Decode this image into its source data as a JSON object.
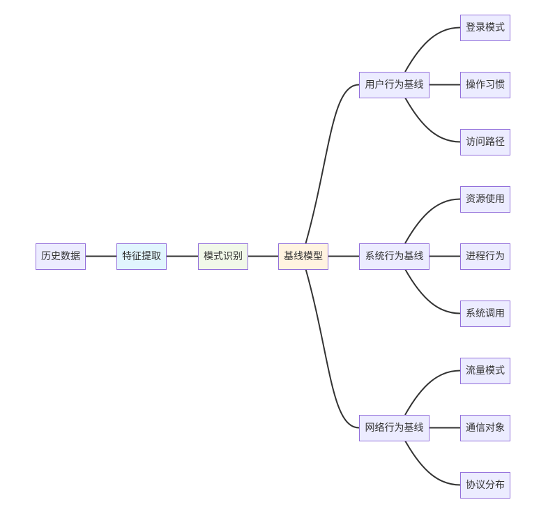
{
  "colors": {
    "default_fill": "#ECECFF",
    "border": "#9370DB",
    "edge": "#333333",
    "text": "#333333",
    "feature_fill": "#E1F5FE",
    "pattern_fill": "#F1F8E9",
    "baseline_fill": "#FFF3E0"
  },
  "diagram": {
    "nodes": [
      {
        "id": "history",
        "label": "历史数据",
        "fill": "default"
      },
      {
        "id": "feature",
        "label": "特征提取",
        "fill": "feature"
      },
      {
        "id": "pattern",
        "label": "模式识别",
        "fill": "pattern"
      },
      {
        "id": "baseline",
        "label": "基线模型",
        "fill": "baseline"
      },
      {
        "id": "user",
        "label": "用户行为基线",
        "fill": "default"
      },
      {
        "id": "system",
        "label": "系统行为基线",
        "fill": "default"
      },
      {
        "id": "network",
        "label": "网络行为基线",
        "fill": "default"
      },
      {
        "id": "login",
        "label": "登录模式",
        "fill": "default"
      },
      {
        "id": "habit",
        "label": "操作习惯",
        "fill": "default"
      },
      {
        "id": "path",
        "label": "访问路径",
        "fill": "default"
      },
      {
        "id": "resource",
        "label": "资源使用",
        "fill": "default"
      },
      {
        "id": "process",
        "label": "进程行为",
        "fill": "default"
      },
      {
        "id": "syscall",
        "label": "系统调用",
        "fill": "default"
      },
      {
        "id": "traffic",
        "label": "流量模式",
        "fill": "default"
      },
      {
        "id": "comm",
        "label": "通信对象",
        "fill": "default"
      },
      {
        "id": "protocol",
        "label": "协议分布",
        "fill": "default"
      }
    ],
    "edges": [
      {
        "from": "history",
        "to": "feature"
      },
      {
        "from": "feature",
        "to": "pattern"
      },
      {
        "from": "pattern",
        "to": "baseline"
      },
      {
        "from": "baseline",
        "to": "user"
      },
      {
        "from": "baseline",
        "to": "system"
      },
      {
        "from": "baseline",
        "to": "network"
      },
      {
        "from": "user",
        "to": "login"
      },
      {
        "from": "user",
        "to": "habit"
      },
      {
        "from": "user",
        "to": "path"
      },
      {
        "from": "system",
        "to": "resource"
      },
      {
        "from": "system",
        "to": "process"
      },
      {
        "from": "system",
        "to": "syscall"
      },
      {
        "from": "network",
        "to": "traffic"
      },
      {
        "from": "network",
        "to": "comm"
      },
      {
        "from": "network",
        "to": "protocol"
      }
    ]
  }
}
